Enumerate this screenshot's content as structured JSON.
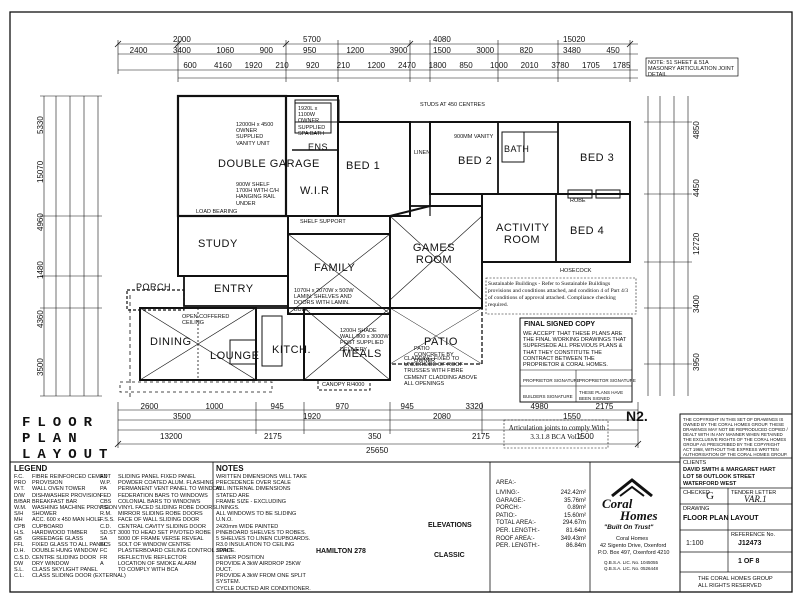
{
  "title": {
    "line1": "FLOOR",
    "line2": "PLAN",
    "line3": "LAYOUT"
  },
  "rooms": {
    "double_garage": "DOUBLE GARAGE",
    "wir": "W.I.R",
    "ens": "ENS",
    "bed1": "BED 1",
    "bed2": "BED 2",
    "bed3": "BED 3",
    "bed4": "BED 4",
    "bath": "BATH",
    "study": "STUDY",
    "family": "FAMILY",
    "entry": "ENTRY",
    "games_room": "GAMES ROOM",
    "activity_room": "ACTIVITY ROOM",
    "dining": "DINING",
    "lounge": "LOUNGE",
    "kitch": "KITCH.",
    "meals": "MEALS",
    "patio": "PATIO",
    "alfresco": "PORCH"
  },
  "dims_top_outer": [
    "2000",
    "5700",
    "4080",
    "15020"
  ],
  "dims_top_row2": [
    "2400",
    "3400",
    "1060",
    "900",
    "950",
    "1200",
    "3900",
    "1500",
    "3000",
    "820",
    "3480",
    "450"
  ],
  "dims_top_row3": [
    "600",
    "4160",
    "1920",
    "210",
    "920",
    "210",
    "1200",
    "2470",
    "1800",
    "850",
    "1000",
    "2010",
    "3780",
    "1705",
    "1785"
  ],
  "dims_bottom_row1": [
    "2600",
    "1000",
    "945",
    "970",
    "945",
    "3320",
    "4980",
    "2175"
  ],
  "dims_bottom_row2": [
    "3500",
    "1920",
    "2080",
    "1550"
  ],
  "dims_bottom_row3": [
    "13200",
    "2175",
    "350",
    "2175",
    "1500"
  ],
  "dims_bottom_overall": "25650",
  "dims_left": [
    "5330",
    "15070",
    "4960",
    "1480",
    "4360",
    "3500"
  ],
  "dims_right": [
    "4850",
    "4450",
    "12720",
    "3400",
    "3950"
  ],
  "notes_plan": {
    "garage_note": "12000H x 4500 OWNER SUPPLIED VANITY UNIT",
    "garage_note2": "900W SHELF 1700H WITH C/H HANGING RAIL UNDER",
    "load_bearing": "LOAD BEARING",
    "spa_note": "1920L x 1100W OWNER SUPPLIED SPA BATH",
    "studs": "STUDS AT 450 CENTRES",
    "vanity": "900MM VANITY",
    "linen": "LINEN",
    "robe": "ROBE",
    "shelf_support": "SHELF SUPPORT",
    "hosecock": "HOSECOCK",
    "family_note": "1070H x 2070W x 500W LAMIN. SHELVES AND DOORS WITH LAMIN. BULK.",
    "patio_note": "PATIO CONCRETE BY OWNER",
    "patio_clad": "CLADDING FIXED TO UNDERSIDE OF ROOF TRUSSES WITH FIBRE CEMENT CLADDING ABOVE ALL OPENINGS",
    "canopy": "CANOPY R/4000",
    "meals_note": "1200H SHADE WALL 900 x 3000W POST SUPPLIED DELIVERY",
    "dining_note": "OPEN COFFERED CEILING",
    "sustainable": "Sustainable Buildings - Refer to Sustainable Buildings provisions and conditions attached, and condition 4 of Part 4/3 of conditions of approval attached. Compliance checking required.",
    "articulation": "Articulation joints to comply With 3.3.1.8 BCA Vol 2.",
    "matter": "NOTE: 51 SHEET & 51A MASONRY ARTICULATION JOINT DETAIL",
    "n2": "N2."
  },
  "final_copy": {
    "heading": "FINAL SIGNED COPY",
    "body": "WE ACCEPT THAT THESE PLANS ARE THE FINAL WORKING DRAWINGS THAT SUPERSEDE ALL PREVIOUS PLANS & THAT THEY CONSTITUTE THE CONTRACT BETWEEN THE PROPRIETOR & CORAL HOMES.",
    "sig1": "PROPRIETOR SIGNATURE",
    "sig2": "PROPRIETOR SIGNATURE",
    "sig3": "BUILDERS SIGNATURE",
    "stamp": "THESE PLANS HAVE BEEN SIGNED"
  },
  "legend": {
    "heading": "LEGEND",
    "col1": [
      [
        "F.C.",
        "FIBRE REINFORCED CEMENT"
      ],
      [
        "PRO",
        "PROVISION"
      ],
      [
        "W.T.",
        "WALL OVEN TOWER"
      ],
      [
        "D/W",
        "DISHWASHER PROVISION"
      ],
      [
        "B/BAR",
        "BREAKFAST BAR"
      ],
      [
        "W.M.",
        "WASHING MACHINE PROVISION"
      ],
      [
        "S/H",
        "SHOWER"
      ],
      [
        "MH",
        "ACC. 600 x 450 MAN HOLE"
      ],
      [
        "CPB",
        "CUPBOARD"
      ],
      [
        "H.S.",
        "HARDWOOD TIMBER"
      ],
      [
        "GB",
        "GREEDAGE GLASS"
      ],
      [
        "FFL",
        "FIXED GLASS TO ALL PANELS"
      ],
      [
        "D.H.",
        "DOUBLE HUNG WINDOW"
      ],
      [
        "C.S.D.",
        "CENTRE SLIDING DOOR"
      ],
      [
        "DW",
        "DRY WINDOW"
      ],
      [
        "S.L.",
        "CLASS SKYLIGHT PANEL"
      ],
      [
        "C.L.",
        "CLASS SLIDING DOOR (EXTERNAL)"
      ]
    ],
    "col2": [
      [
        "AD",
        "SLIDING PANEL FIXED PANEL"
      ],
      [
        "W.P.",
        "POWDER COATED ALUM. FLASHING"
      ],
      [
        "PA",
        "PERMANENT VENT PANEL TO WINDOW"
      ],
      [
        "FED",
        "FEDERATION BARS TO WINDOWS"
      ],
      [
        "CBS",
        "COLONIAL BARS TO WINDOWS"
      ],
      [
        "P.G.",
        "VINYL FACED SLIDING ROBE DOORS"
      ],
      [
        "R.M.",
        "MIRROR SLIDING ROBE DOORS"
      ],
      [
        "F.S.S.",
        "FACE OF WALL SLIDING DOOR"
      ],
      [
        "C.D.",
        "CENTRAL CAVITY SLIDING DOOR"
      ],
      [
        "SD.ST",
        "3000 TO HEAD SET PIVOTED ROBE"
      ],
      [
        "SA",
        "5000 OF FRAME VERSE REVEAL"
      ],
      [
        "BC",
        "SOLT OF WINDOW CENTRE"
      ],
      [
        "FC",
        "PLASTERBOARD CEILING CONTROL JOINT"
      ],
      [
        "FR",
        "REFLECTIVE REFLECTOR"
      ],
      [
        "A",
        "LOCATION OF SMOKE ALARM"
      ],
      [
        "",
        "TO COMPLY WITH BCA"
      ]
    ]
  },
  "notes": {
    "heading": "NOTES",
    "lines": [
      "WRITTEN DIMENSIONS WILL TAKE PRECEDENCE OVER SCALE",
      "ALL INTERNAL DIMENSIONS STATED ARE",
      "FRAME SIZE - EXCLUDING LININGS.",
      "ALL WINDOWS TO BE SLIDING U.N.O.",
      "2420mm WIDE PAINTED PINEBOARD SHELVES TO ROBES.",
      "5 SHELVES TO LINEN CUPBOARDS.",
      "R3.0 INSULATION TO CEILING SPACE.",
      "SEWER POSITION",
      "PROVIDE A 3kW AIRDROP 25KW DUCT.",
      "PROVIDE A 3kW FROM ONE SPLIT SYSTEM.",
      "CYCLE DUCTED AIR CONDITIONER."
    ]
  },
  "areas": {
    "heading": "AREA:-",
    "rows": [
      [
        "LIVING:-",
        "242.42m²"
      ],
      [
        "GARAGE:-",
        "35.76m²"
      ],
      [
        "PORCH:-",
        "0.89m²"
      ],
      [
        "PATIO:-",
        "15.60m²"
      ],
      [
        "TOTAL AREA:-",
        "294.67m"
      ],
      [
        "PER. LENGTH:-",
        "81.64m"
      ],
      [
        "ROOF AREA:-",
        "349.43m²"
      ],
      [
        "PER. LENGTH:-",
        "86.84m"
      ]
    ]
  },
  "elevations": "ELEVATIONS",
  "hamilton": "HAMILTON 278",
  "classic": "CLASSIC",
  "company": {
    "name1": "Coral",
    "name2": "Homes",
    "slogan": "\"Built On Trust\"",
    "addr1": "Coral Homes",
    "addr2": "42 Sigento Drive, Oxenford",
    "addr3": "P.O. Box 497, Oxenford 4210",
    "lic": "Q.B.S.A. LIC. No. 1045055",
    "lic2": "Q.B.S.A. LIC. No. 0526448"
  },
  "titleblock": {
    "copyright": "THE COPYRIGHT IN THIS SET OF DRAWINGS IS OWNED BY THE CORAL HOMES GROUP. THESE DRAWINGS MAY NOT BE REPRODUCED COPIED / DEALT WITH IN ANY MANNER WHEN RETAINED THE EXCLUSIVE RIGHTS OF THE CORAL HOMES GROUP AS PRESCRIBED BY THE COPYRIGHT ACT 1968, WITHOUT THE EXPRESS WRITTEN AUTHORISATION OF THE CORAL HOMES GROUP.",
    "clients_label": "CLIENTS",
    "clients": "DAVID SMITH & MARGARET HART",
    "lot": "LOT 58 OUTLOOK STREET",
    "suburb": "WATERFORD WEST",
    "checked_label": "CHECKED",
    "checked": "G",
    "tender_label": "TENDER LETTER",
    "tender": "VAR.1",
    "drawing_label": "DRAWING",
    "drawing": "FLOOR PLAN LAYOUT",
    "ref_label": "REFERENCE No.",
    "ref": "J12473",
    "scale": "1:100",
    "sheet": "1 OF 8",
    "footer1": "THE CORAL HOMES GROUP",
    "footer2": "ALL RIGHTS RESERVED"
  }
}
